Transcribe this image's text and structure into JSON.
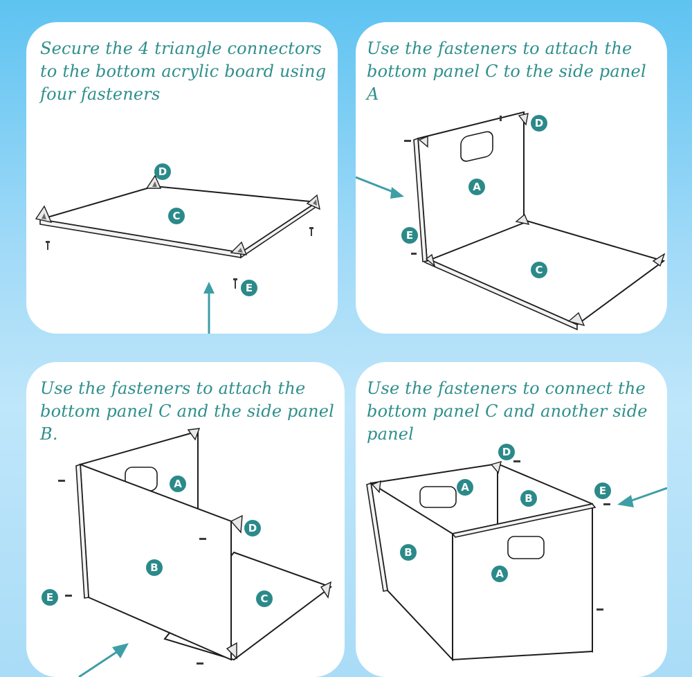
{
  "steps": [
    {
      "caption": "Secure the 4 triangle connectors to the bottom acrylic board using four fasteners"
    },
    {
      "caption": "Use the fasteners to attach the bottom panel C to the side panel A"
    },
    {
      "caption": "Use the fasteners to attach the bottom panel C and the side panel B."
    },
    {
      "caption": "Use the fasteners to connect the bottom panel C and another side panel"
    }
  ],
  "labels": {
    "a": "A",
    "b": "B",
    "c": "C",
    "d": "D",
    "e": "E"
  },
  "colors": {
    "caption": "#2f8f8c",
    "badge": "#2b8a89",
    "arrow": "#3e9ea6",
    "background_top": "#5ec3f1",
    "background_bottom": "#a9dcf7"
  }
}
